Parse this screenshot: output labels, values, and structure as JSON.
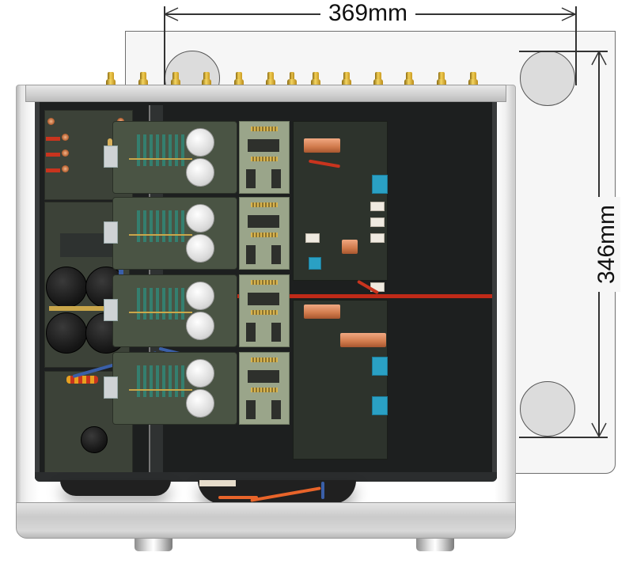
{
  "image": {
    "description": "Top-down cutaway view of a stereo/multi-channel power amplifier chassis with the cover removed, overlaid on a dimension drawing",
    "background_color": "#ffffff"
  },
  "dimensions": {
    "width_label": "369mm",
    "depth_label": "346mm",
    "line_color": "#333333",
    "outline_fill": "#f6f6f6",
    "foot_circle_fill": "#dcdcdc"
  },
  "chassis": {
    "finish_color": "#d6d6d6",
    "interior_color": "#1d1f1f",
    "rear_connectors": {
      "count": 13,
      "color": "#e0b43c"
    },
    "front_feet": 2,
    "sections": [
      {
        "name": "Power supply",
        "position": "left",
        "components": [
          "4 large filter capacitors",
          "fuse board",
          "transformer leads"
        ]
      },
      {
        "name": "Amplifier boards",
        "position": "center",
        "count": 4,
        "components": [
          "2 aluminum capacitors per board"
        ]
      },
      {
        "name": "Output device boards",
        "position": "center-right",
        "count": 4
      },
      {
        "name": "Output / protection",
        "position": "right",
        "components": [
          "copper bus bars",
          "blue relays",
          "white connectors"
        ]
      }
    ],
    "cable_colors": {
      "blue": "#3a5fa8",
      "red": "#c8341e",
      "orange": "#e8642a"
    },
    "accent_copper": "#d07a4c"
  }
}
